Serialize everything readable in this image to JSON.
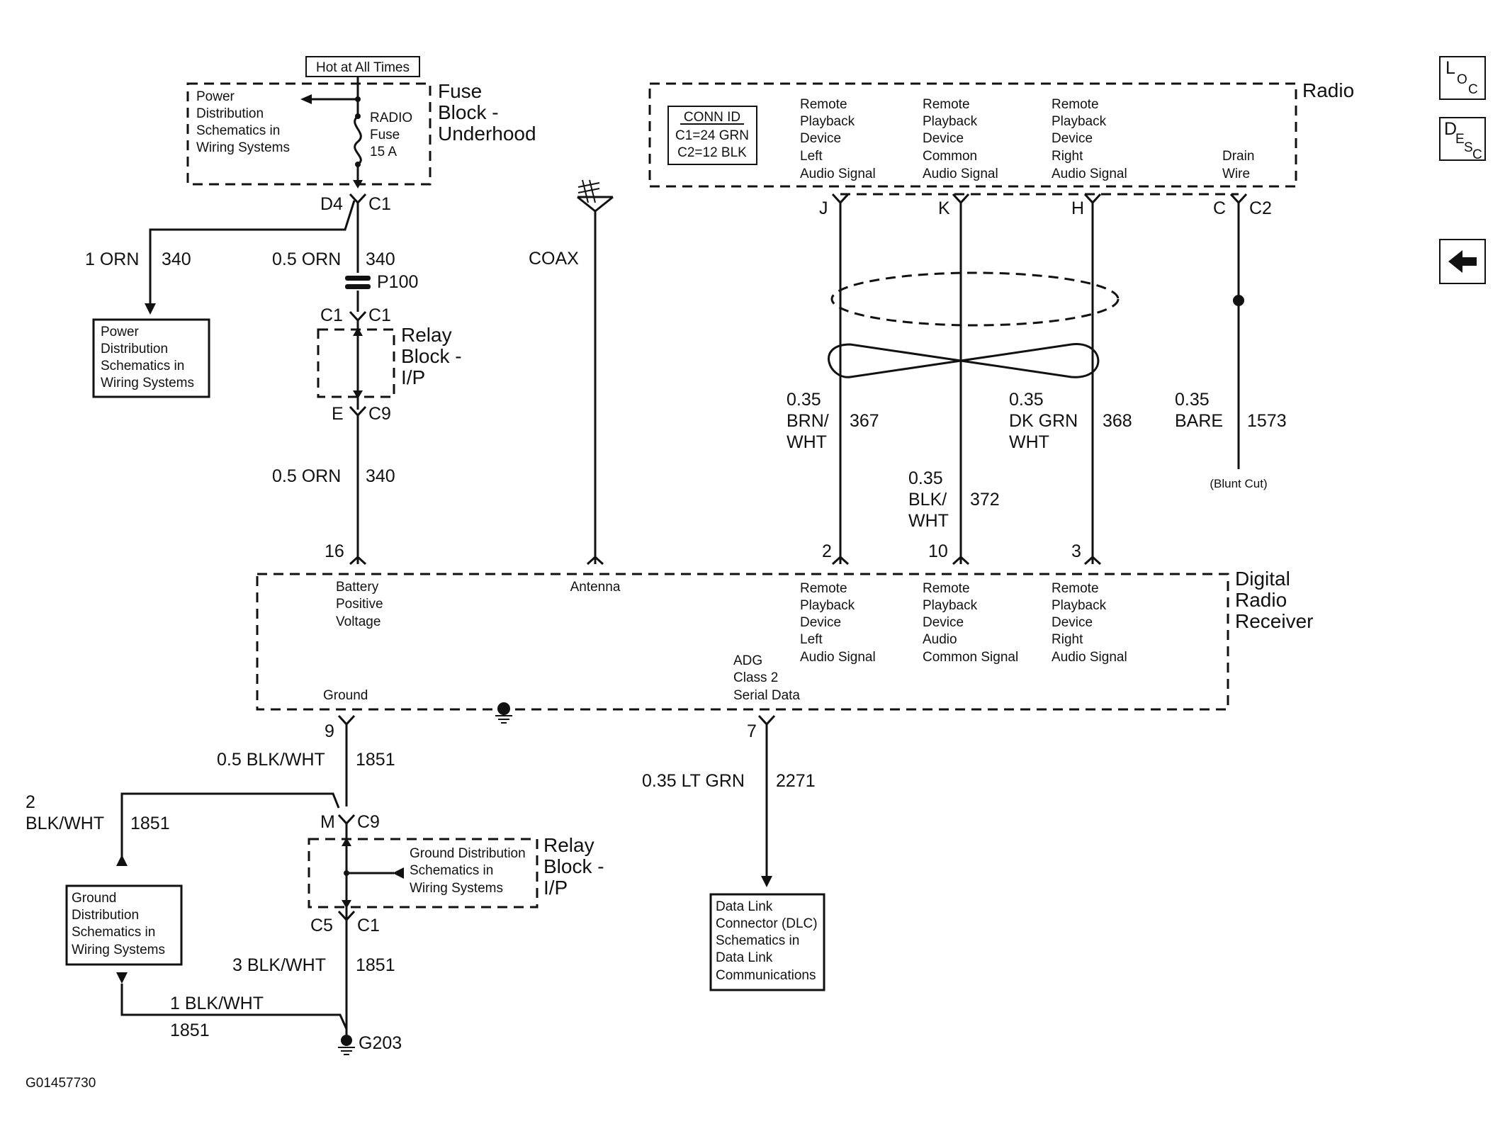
{
  "hot_label": "Hot at All Times",
  "fuse_block": {
    "title": [
      "Fuse",
      "Block -",
      "Underhood"
    ],
    "side_ref": [
      "Power",
      "Distribution",
      "Schematics in",
      "Wiring Systems"
    ],
    "fuse": [
      "RADIO",
      "Fuse",
      "15 A"
    ]
  },
  "conn_d4": {
    "pin": "D4",
    "conn": "C1"
  },
  "wire_1orn": {
    "size_color": "1 ORN",
    "circuit": "340"
  },
  "power_dist_box": [
    "Power",
    "Distribution",
    "Schematics in",
    "Wiring Systems"
  ],
  "wire_340_upper": {
    "size_color": "0.5 ORN",
    "circuit": "340"
  },
  "p100": "P100",
  "relay_ip_top": {
    "conn_left": "C1",
    "conn_right": "C1",
    "title": [
      "Relay",
      "Block -",
      "I/P"
    ],
    "pin_e": "E",
    "conn_c9": "C9"
  },
  "wire_340_lower": {
    "size_color": "0.5 ORN",
    "circuit": "340"
  },
  "coax": "COAX",
  "radio": {
    "title": "Radio",
    "conn_id": [
      "CONN ID",
      "C1=24 GRN",
      "C2=12 BLK"
    ],
    "pins": [
      {
        "lines": [
          "Remote",
          "Playback",
          "Device",
          "Left",
          "Audio Signal"
        ],
        "pin": "J"
      },
      {
        "lines": [
          "Remote",
          "Playback",
          "Device",
          "Common",
          "Audio Signal"
        ],
        "pin": "K"
      },
      {
        "lines": [
          "Remote",
          "Playback",
          "Device",
          "Right",
          "Audio Signal"
        ],
        "pin": "H"
      },
      {
        "lines": [
          "Drain",
          "Wire"
        ],
        "pin": "C"
      }
    ],
    "conn": "C2"
  },
  "wire_367": {
    "size": "0.35",
    "color": [
      "BRN/",
      "WHT"
    ],
    "circuit": "367"
  },
  "wire_372": {
    "size": "0.35",
    "color": [
      "BLK/",
      "WHT"
    ],
    "circuit": "372"
  },
  "wire_368": {
    "size": "0.35",
    "color": [
      "DK GRN",
      "WHT"
    ],
    "circuit": "368"
  },
  "wire_1573": {
    "size": "0.35",
    "color": "BARE",
    "circuit": "1573",
    "end": "(Blunt Cut)"
  },
  "receiver": {
    "title": [
      "Digital",
      "Radio",
      "Receiver"
    ],
    "battery": {
      "pin": "16",
      "lines": [
        "Battery",
        "Positive",
        "Voltage"
      ]
    },
    "antenna": "Antenna",
    "left_audio": {
      "pin": "2",
      "lines": [
        "Remote",
        "Playback",
        "Device",
        "Left",
        "Audio Signal"
      ]
    },
    "common_audio": {
      "pin": "10",
      "lines": [
        "Remote",
        "Playback",
        "Device",
        "Audio",
        "Common Signal"
      ]
    },
    "right_audio": {
      "pin": "3",
      "lines": [
        "Remote",
        "Playback",
        "Device",
        "Right",
        "Audio Signal"
      ]
    },
    "serial": {
      "pin": "7",
      "lines": [
        "ADG",
        "Class 2",
        "Serial Data"
      ]
    },
    "ground": {
      "pin": "9",
      "label": "Ground"
    }
  },
  "wire_1851_a": {
    "size_color": "0.5 BLK/WHT",
    "circuit": "1851"
  },
  "wire_1851_b": {
    "size_color": [
      "2",
      "BLK/WHT"
    ],
    "circuit": "1851"
  },
  "ground_dist_box": [
    "Ground",
    "Distribution",
    "Schematics in",
    "Wiring Systems"
  ],
  "relay_ip_bottom": {
    "pin_m": "M",
    "conn_c9": "C9",
    "ref": [
      "Ground Distribution",
      "Schematics in",
      "Wiring Systems"
    ],
    "title": [
      "Relay",
      "Block -",
      "I/P"
    ],
    "conn_c5": "C5",
    "conn_c1": "C1"
  },
  "wire_1851_c": {
    "size_color": "3 BLK/WHT",
    "circuit": "1851"
  },
  "wire_1851_d": {
    "size_color": "1 BLK/WHT",
    "circuit": "1851"
  },
  "g203": "G203",
  "wire_2271": {
    "size_color": "0.35 LT GRN",
    "circuit": "2271"
  },
  "dlc_box": [
    "Data Link",
    "Connector (DLC)",
    "Schematics in",
    "Data Link",
    "Communications"
  ],
  "diagram_id": "G01457730",
  "nav": {
    "loc": {
      "big": "L",
      "sub1": "O",
      "sub2": "C"
    },
    "desc": {
      "big": "D",
      "sub1": "E",
      "sub2": "S",
      "sub3": "C"
    },
    "back_icon": "left-arrow-icon"
  }
}
